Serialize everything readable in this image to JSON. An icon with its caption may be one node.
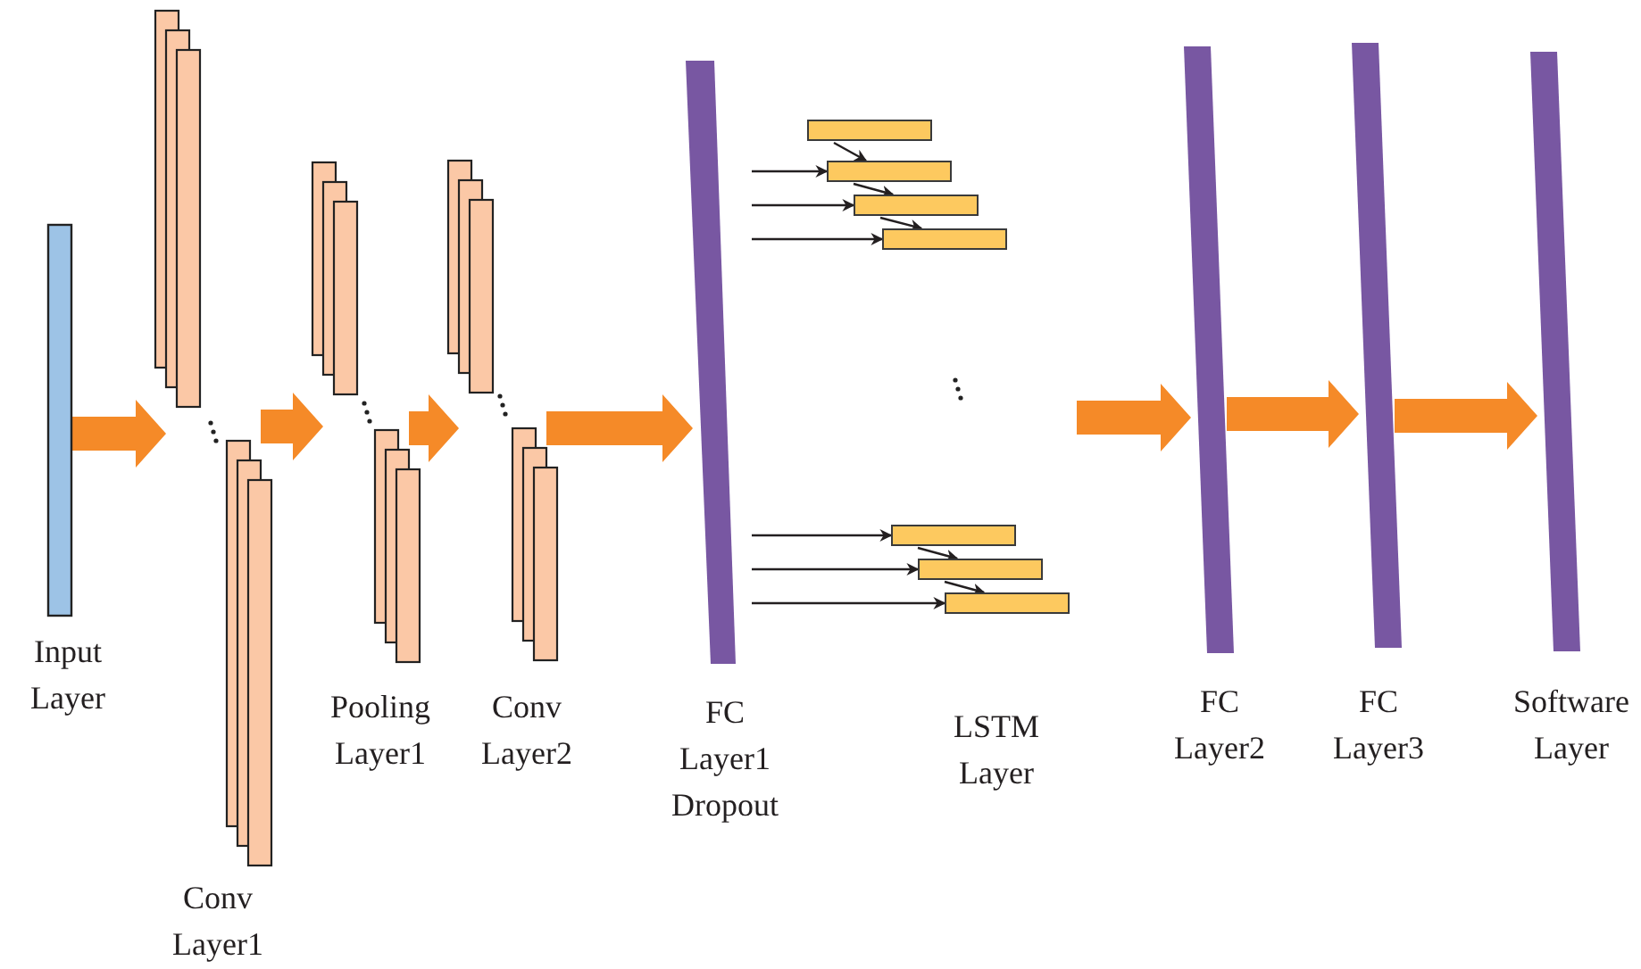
{
  "diagram": {
    "nodes": [
      {
        "text": [
          "Input Layer"
        ]
      },
      {
        "text": [
          "Conv Layer1"
        ]
      },
      {
        "text": [
          "Pooling Layer1"
        ]
      },
      {
        "text": [
          "Conv Layer2"
        ]
      },
      {
        "text": [
          "FC Layer1 Dropout"
        ]
      },
      {
        "text": [
          "LSTM Layer"
        ]
      },
      {
        "text": [
          "FC Layer2"
        ]
      },
      {
        "text": [
          "FC Layer3"
        ]
      },
      {
        "text": [
          "Software Layer"
        ]
      },
      {
        "text": [],
        "shape": "bar"
      },
      {
        "text": [],
        "shape": "bar"
      },
      {
        "text": [],
        "shape": "bar"
      },
      {
        "text": [],
        "shape": "bar"
      },
      {
        "text": [],
        "shape": "bar"
      },
      {
        "text": [],
        "shape": "bar"
      },
      {
        "text": [],
        "shape": "bar"
      }
    ],
    "edges": [
      {
        "from": 0,
        "to": 1,
        "arrow": "to",
        "style": "thick",
        "color": "#f58a28"
      },
      {
        "from": 1,
        "to": 2,
        "arrow": "to",
        "style": "thick",
        "color": "#f58a28"
      },
      {
        "from": 2,
        "to": 3,
        "arrow": "to",
        "style": "thick",
        "color": "#f58a28"
      },
      {
        "from": 3,
        "to": 4,
        "arrow": "to",
        "style": "thick",
        "color": "#f58a28"
      },
      {
        "from": null,
        "to": 6,
        "arrow": "to",
        "style": "thick",
        "color": "#f58a28"
      },
      {
        "from": 6,
        "to": 7,
        "arrow": "to",
        "style": "thick",
        "color": "#f58a28"
      },
      {
        "from": 7,
        "to": 8,
        "arrow": "to",
        "style": "thick",
        "color": "#f58a28"
      },
      {
        "from": 4,
        "to": 10,
        "arrow": "to"
      },
      {
        "from": 4,
        "to": 11,
        "arrow": "to"
      },
      {
        "from": 4,
        "to": 12,
        "arrow": "to"
      },
      {
        "from": 4,
        "to": 13,
        "arrow": "to"
      },
      {
        "from": 4,
        "to": 14,
        "arrow": "to"
      },
      {
        "from": 4,
        "to": 15,
        "arrow": "to"
      },
      {
        "from": 9,
        "to": 10,
        "arrow": "to"
      },
      {
        "from": 10,
        "to": 11,
        "arrow": "to"
      },
      {
        "from": 11,
        "to": 12,
        "arrow": "to"
      },
      {
        "from": 13,
        "to": 14,
        "arrow": "to"
      },
      {
        "from": 14,
        "to": 15,
        "arrow": "to"
      }
    ]
  }
}
